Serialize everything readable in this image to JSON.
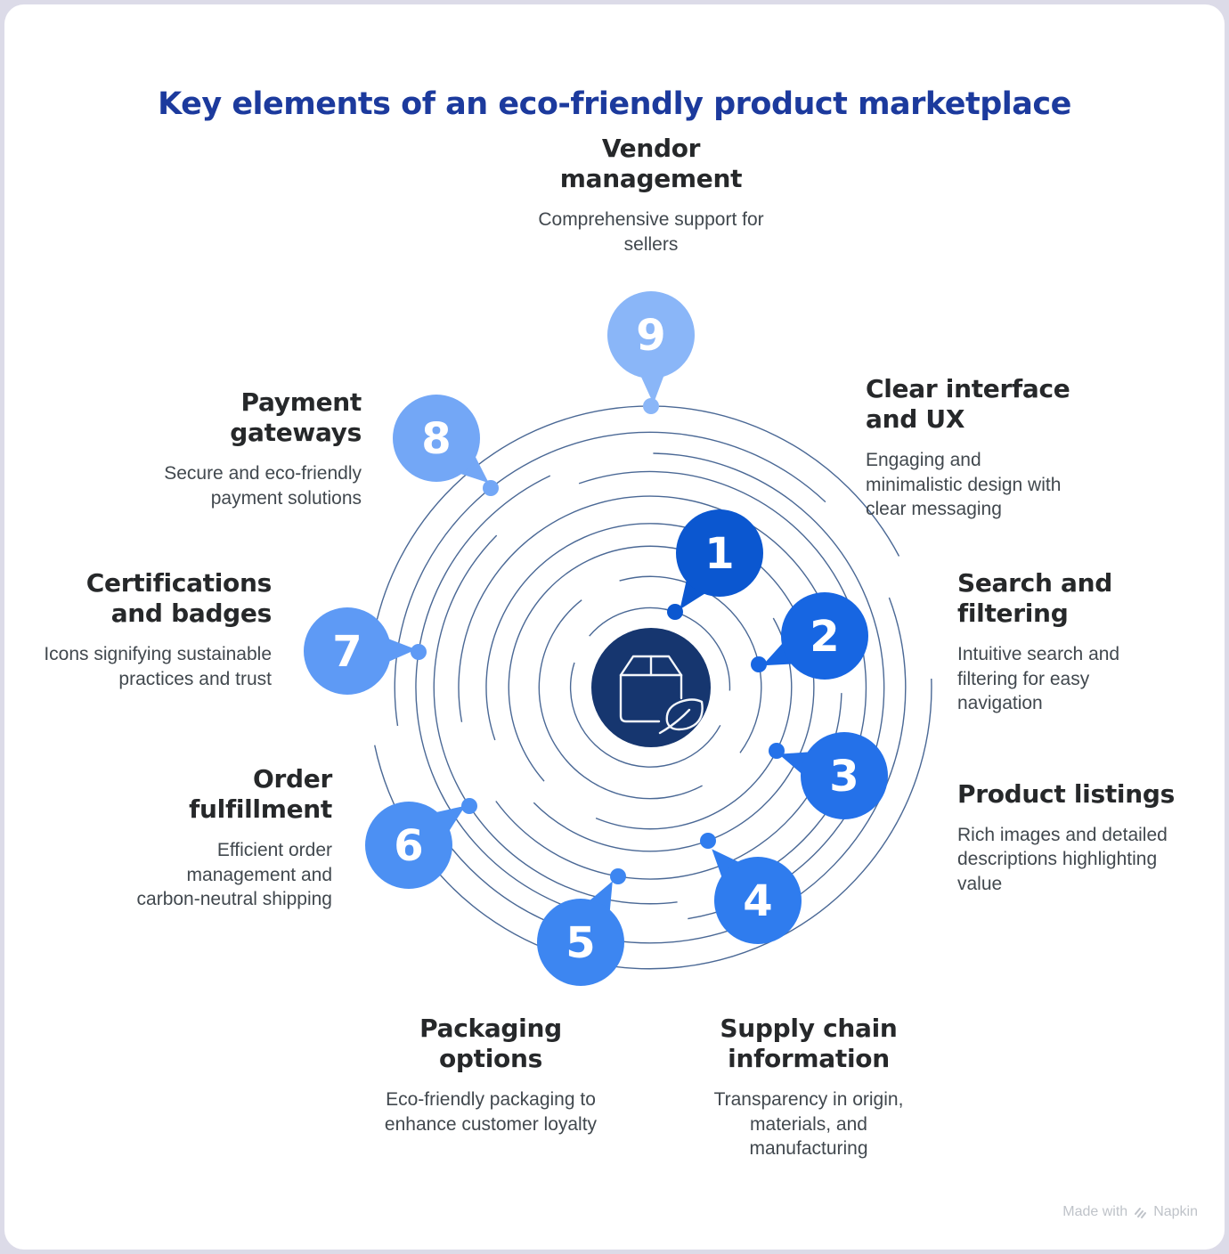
{
  "title": "Key elements of an eco-friendly product marketplace",
  "watermark": {
    "prefix": "Made with",
    "brand": "Napkin",
    "icon": "napkin-logo-icon"
  },
  "colors": {
    "title": "#1c3a9d",
    "heading": "#26282a",
    "body_text": "#41484e",
    "ring": "#40608f",
    "center_circle": "#16366f",
    "frame": "#dcdbe8"
  },
  "center": {
    "icon": "package-leaf-icon",
    "fill": "#16366f"
  },
  "items": [
    {
      "number": "1",
      "title": "Clear interface and UX",
      "description": "Engaging and minimalistic design with clear messaging",
      "color": "#0b57d0"
    },
    {
      "number": "2",
      "title": "Search and filtering",
      "description": "Intuitive search and filtering for easy navigation",
      "color": "#1766e2"
    },
    {
      "number": "3",
      "title": "Product listings",
      "description": "Rich images and detailed descriptions highlighting value",
      "color": "#2471e9"
    },
    {
      "number": "4",
      "title": "Supply chain information",
      "description": "Transparency in origin, materials, and manufacturing",
      "color": "#2f7cee"
    },
    {
      "number": "5",
      "title": "Packaging options",
      "description": "Eco-friendly packaging to enhance customer loyalty",
      "color": "#3d86f1"
    },
    {
      "number": "6",
      "title": "Order fulfillment",
      "description": "Efficient order management and carbon-neutral shipping",
      "color": "#4c90f3"
    },
    {
      "number": "7",
      "title": "Certifications and badges",
      "description": "Icons signifying sustainable practices and trust",
      "color": "#5e9af5"
    },
    {
      "number": "8",
      "title": "Payment gateways",
      "description": "Secure and eco-friendly payment solutions",
      "color": "#73a7f6"
    },
    {
      "number": "9",
      "title": "Vendor management",
      "description": "Comprehensive support for sellers",
      "color": "#8ab6f8"
    }
  ]
}
